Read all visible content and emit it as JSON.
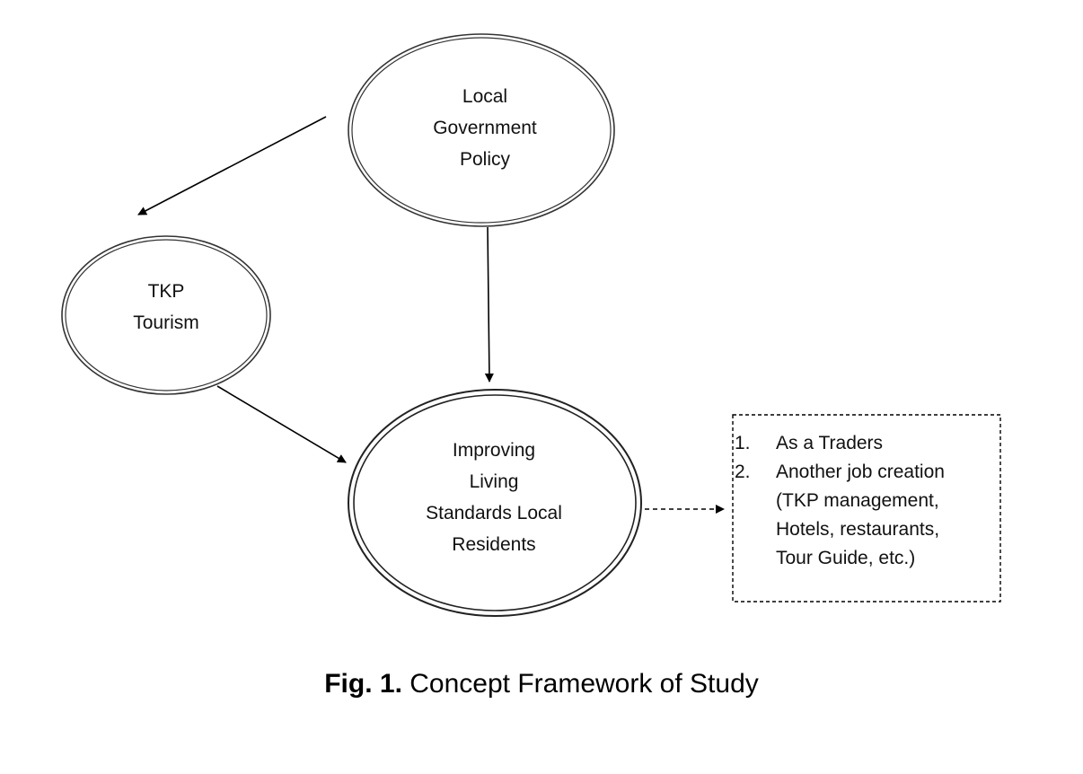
{
  "nodes": {
    "local_gov": {
      "lines": [
        "Local",
        "Government",
        "Policy"
      ]
    },
    "tkp": {
      "lines": [
        "TKP",
        "Tourism"
      ]
    },
    "improving": {
      "lines": [
        "Improving",
        "Living",
        "Standards Local",
        "Residents"
      ]
    }
  },
  "outcomes": {
    "items": [
      {
        "number": "1.",
        "lines": [
          "As a Traders"
        ]
      },
      {
        "number": "2.",
        "lines": [
          "Another job creation",
          "(TKP management,",
          "Hotels, restaurants,",
          "Tour Guide, etc.)"
        ]
      }
    ]
  },
  "caption": {
    "label": "Fig. 1.",
    "text": " Concept Framework of Study"
  }
}
